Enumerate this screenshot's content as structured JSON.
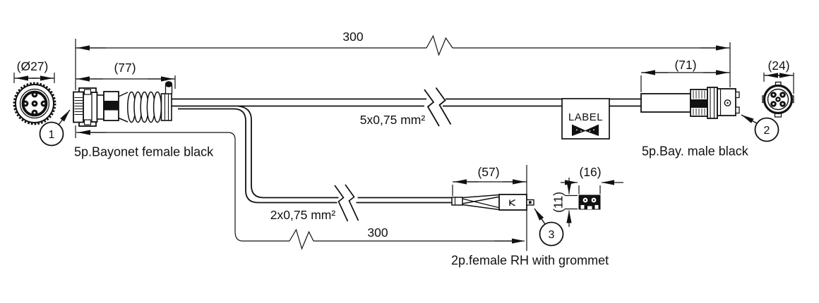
{
  "drawing": {
    "balloons": {
      "b1": "1",
      "b2": "2",
      "b3": "3"
    },
    "dims": {
      "overall_top": "300",
      "branch_bottom": "300",
      "left_connector_len": "(77)",
      "left_connector_dia": "(Ø27)",
      "right_connector_len": "(71)",
      "right_connector_dia": "(24)",
      "branch_conn_len": "(57)",
      "branch_conn_w": "(16)",
      "branch_conn_h": "(11)"
    },
    "cables": {
      "main": "5x0,75 mm²",
      "branch": "2x0,75 mm²"
    },
    "labels": {
      "left_connector": "5p.Bayonet female black",
      "right_connector": "5p.Bay. male black",
      "branch_connector": "2p.female RH with grommet",
      "tag": "LABEL"
    },
    "colors": {
      "line": "#111111",
      "background": "#ffffff"
    }
  }
}
